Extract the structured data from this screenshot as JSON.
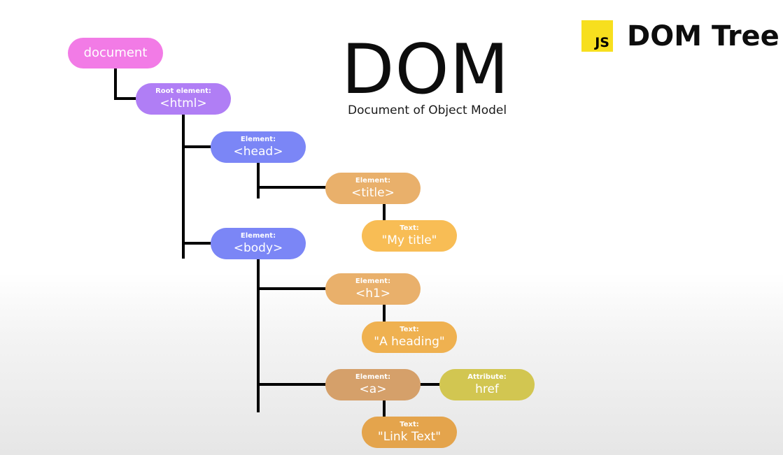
{
  "header": {
    "logo_text": "JS",
    "title": "DOM Tree",
    "logo_color": "#f7df1e"
  },
  "main_title": "DOM",
  "subtitle": "Document of Object Model",
  "nodes": {
    "document": {
      "label": "",
      "value": "document",
      "color": "#f27be6"
    },
    "html": {
      "label": "Root element:",
      "value": "<html>",
      "color": "#b07ef5"
    },
    "head": {
      "label": "Element:",
      "value": "<head>",
      "color": "#7b86f6"
    },
    "title": {
      "label": "Element:",
      "value": "<title>",
      "color": "#e9b06b"
    },
    "my_title": {
      "label": "Text:",
      "value": "\"My title\"",
      "color": "#f8bd55"
    },
    "body": {
      "label": "Element:",
      "value": "<body>",
      "color": "#7b86f6"
    },
    "h1": {
      "label": "Element:",
      "value": "<h1>",
      "color": "#e9b06b"
    },
    "a_heading": {
      "label": "Text:",
      "value": "\"A heading\"",
      "color": "#efb150"
    },
    "a": {
      "label": "Element:",
      "value": "<a>",
      "color": "#d5a06a"
    },
    "href": {
      "label": "Attribute:",
      "value": "href",
      "color": "#d2c651"
    },
    "link_text": {
      "label": "Text:",
      "value": "\"Link Text\"",
      "color": "#e4a44c"
    }
  }
}
